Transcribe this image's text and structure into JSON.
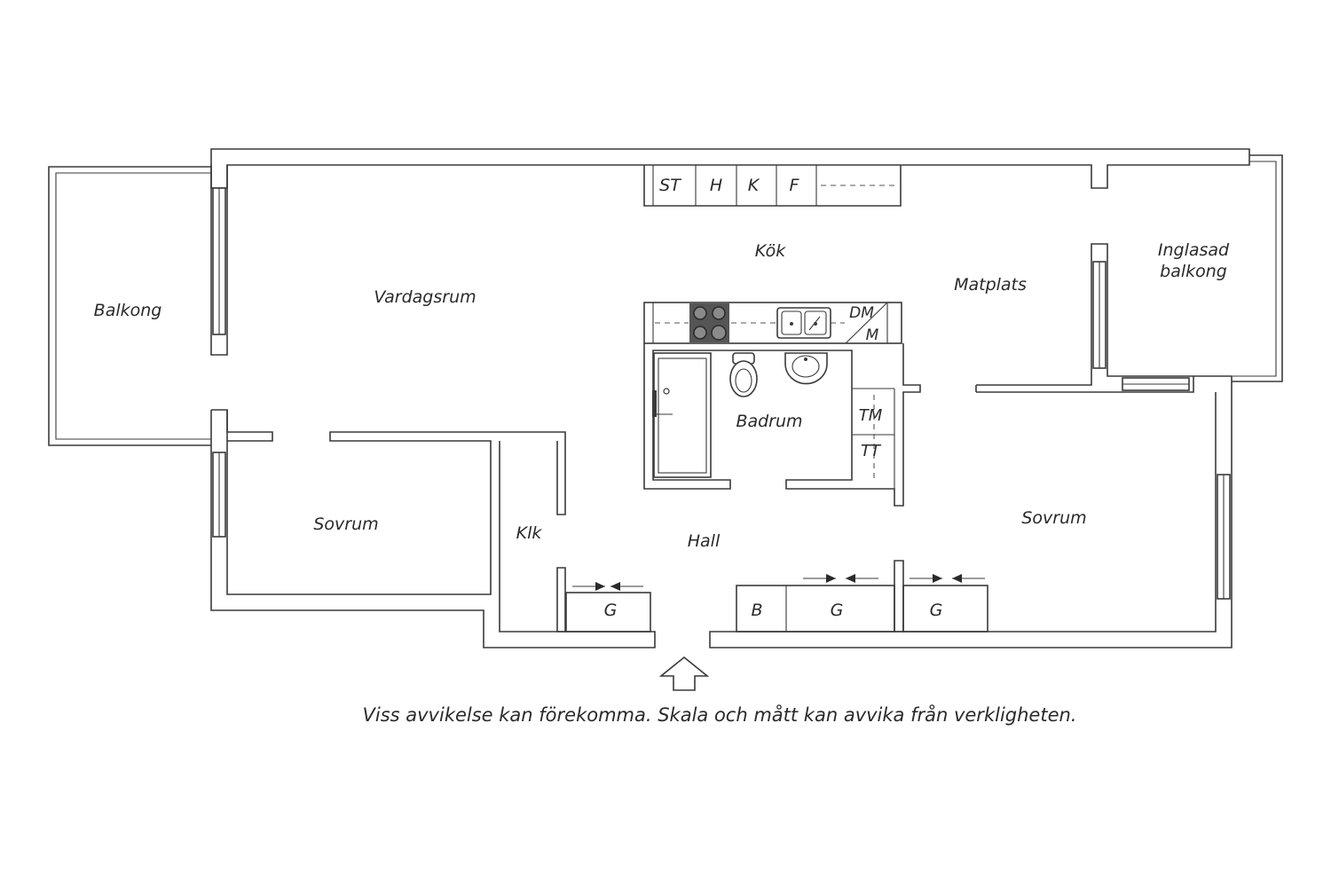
{
  "rooms": {
    "balkong": "Balkong",
    "vardagsrum": "Vardagsrum",
    "kok": "Kök",
    "matplats": "Matplats",
    "inglasad_line1": "Inglasad",
    "inglasad_line2": "balkong",
    "badrum": "Badrum",
    "sovrum_left": "Sovrum",
    "klk": "Klk",
    "hall": "Hall",
    "sovrum_right": "Sovrum"
  },
  "fixtures": {
    "st": "ST",
    "h": "H",
    "k": "K",
    "f": "F",
    "dm": "DM",
    "m": "M",
    "tm": "TM",
    "tt": "TT",
    "g1": "G",
    "b": "B",
    "g2": "G",
    "g3": "G"
  },
  "disclaimer": "Viss avvikelse kan förekomma. Skala och mått kan avvika från verkligheten.",
  "colors": {
    "line": "#3a3a3a",
    "text": "#2a2a2a",
    "background": "#ffffff",
    "stove": "#555555"
  },
  "icons": [
    "entrance-arrow-icon",
    "stove-icon",
    "sink-icon",
    "toilet-icon",
    "washbasin-icon",
    "door-icon",
    "sliding-door-arrows-icon"
  ]
}
